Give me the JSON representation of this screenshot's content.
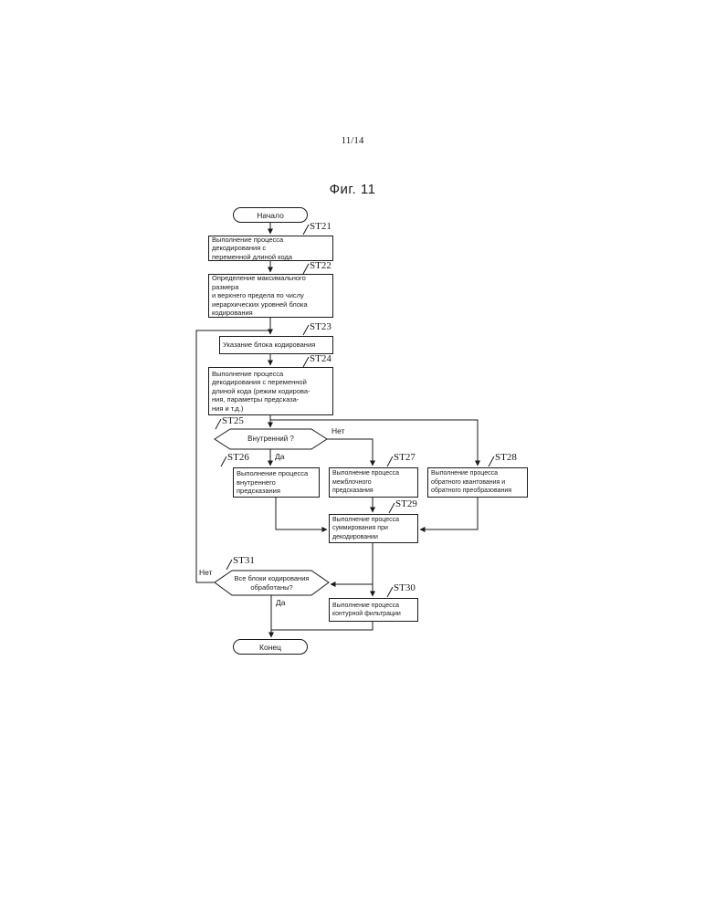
{
  "page_number": "11/14",
  "figure_title": "Фиг. 11",
  "line_color": "#1a1a1a",
  "flowchart": {
    "start": "Начало",
    "end": "Конец",
    "decision_yes": "Да",
    "decision_no": "Нет",
    "steps": {
      "st21": {
        "tag": "ST21",
        "text": "Выполнение процесса декодирования с\nпеременной длиной кода"
      },
      "st22": {
        "tag": "ST22",
        "text": "Определение максимального размера\nи верхнего предела по числу\nиерархических уровней блока\nкодирования"
      },
      "st23": {
        "tag": "ST23",
        "text": "Указание блока кодирования"
      },
      "st24": {
        "tag": "ST24",
        "text": "Выполнение процесса\nдекодирования с переменной\nдлиной кода (режим кодирова-\nния, параметры предсказа-\nния и т.д.)"
      },
      "st25": {
        "tag": "ST25",
        "text": "Внутренний ?"
      },
      "st26": {
        "tag": "ST26",
        "text": "Выполнение процесса\nвнутреннего предсказания"
      },
      "st27": {
        "tag": "ST27",
        "text": "Выполнение процесса\nмежблочного\nпредсказания"
      },
      "st28": {
        "tag": "ST28",
        "text": "Выполнение процесса\nобратного квантования и\nобратного преобразования"
      },
      "st29": {
        "tag": "ST29",
        "text": "Выполнение процесса\nсуммирования при\nдекодировании"
      },
      "st30": {
        "tag": "ST30",
        "text": "Выполнение процесса\nконтурной фильтрации"
      },
      "st31": {
        "tag": "ST31",
        "text": "Все блоки кодирования\nобработаны?"
      }
    }
  }
}
